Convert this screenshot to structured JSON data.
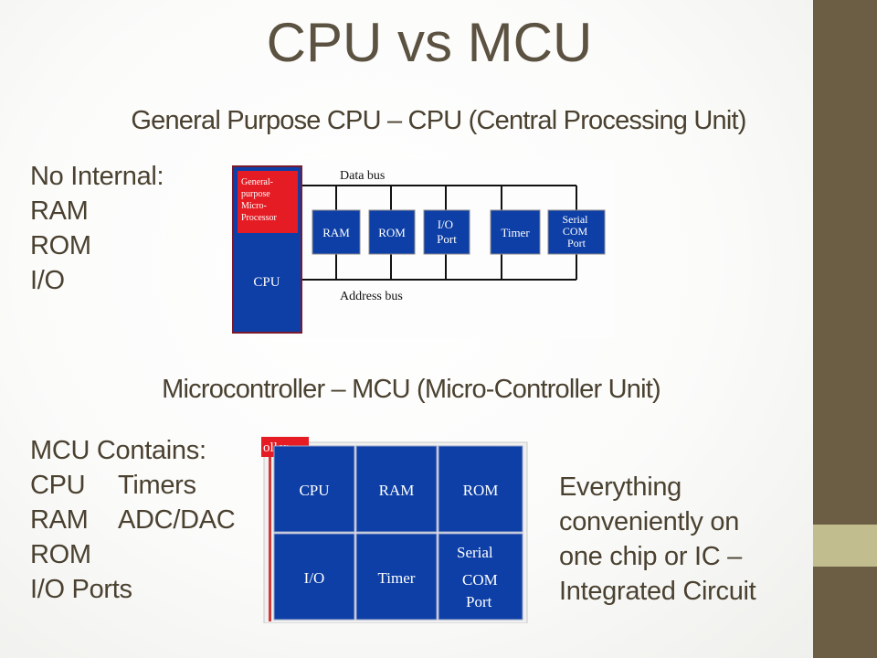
{
  "slide": {
    "title": "CPU vs MCU"
  },
  "cpu_section": {
    "heading": "General Purpose CPU – CPU (Central Processing Unit)",
    "label": "No Internal:",
    "items": [
      "RAM",
      "ROM",
      "I/O"
    ],
    "diagram": {
      "processor_label": [
        "General-",
        "purpose",
        "Micro-",
        "Processor"
      ],
      "cpu_label": "CPU",
      "data_bus_label": "Data bus",
      "address_bus_label": "Address bus",
      "blocks": [
        [
          "RAM"
        ],
        [
          "ROM"
        ],
        [
          "I/O",
          "Port"
        ],
        [
          "Timer"
        ],
        [
          "Serial",
          "COM",
          "Port"
        ]
      ]
    }
  },
  "mcu_section": {
    "heading": "Microcontroller – MCU (Micro-Controller Unit)",
    "label": "MCU Contains:",
    "row1": [
      "CPU",
      "Timers"
    ],
    "row2": [
      "RAM",
      "ADC/DAC"
    ],
    "row3": [
      "ROM"
    ],
    "row4": [
      "I/O Ports"
    ],
    "diagram": {
      "tab_label": "oller",
      "cells": [
        [
          "CPU"
        ],
        [
          "RAM"
        ],
        [
          "ROM"
        ],
        [
          "I/O"
        ],
        [
          "Timer"
        ],
        [
          "Serial",
          "COM",
          "Port"
        ]
      ]
    },
    "note": [
      "Everything",
      "conveniently on",
      "one chip or IC –",
      "Integrated Circuit"
    ]
  },
  "colors": {
    "title": "#5c5241",
    "text": "#4a4130",
    "side_strip": "#6b5e45",
    "side_accent": "#c2bd8e",
    "block_blue": "#0d3fa6",
    "block_red": "#e51c23"
  }
}
